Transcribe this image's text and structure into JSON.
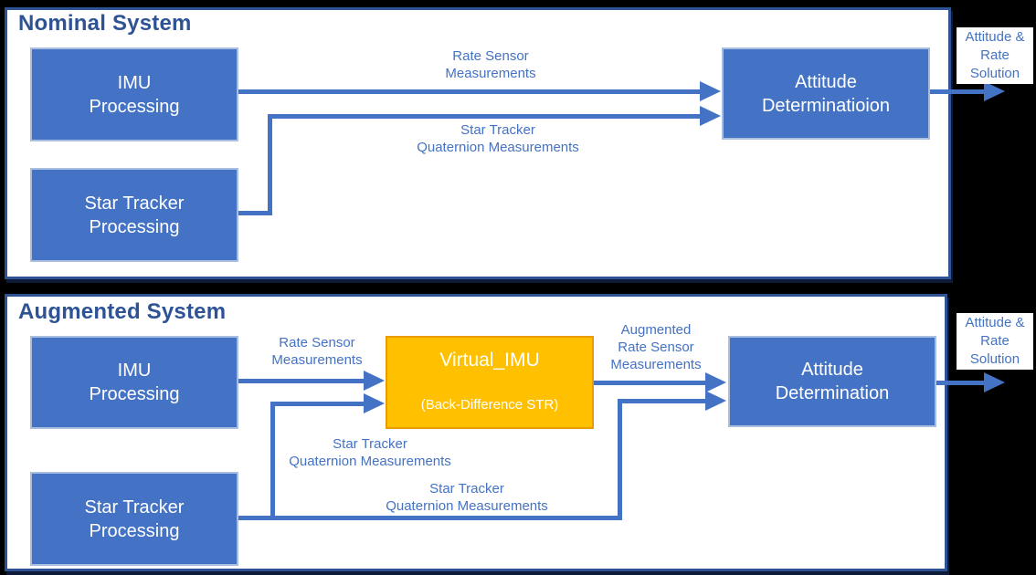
{
  "colors": {
    "box_blue": "#4472C4",
    "box_blue_border": "#A9BDDE",
    "box_orange": "#FFC000",
    "box_orange_border": "#E89C00",
    "connector": "#4472C4",
    "panel_border": "#2E5395",
    "panel_background": "#FFFFFF",
    "page_background": "#000000",
    "title_text": "#2E5395",
    "label_text": "#4472C4",
    "node_text": "#FFFFFF"
  },
  "nominal": {
    "title": "Nominal System",
    "nodes": {
      "imu": "IMU\nProcessing",
      "star": "Star Tracker\nProcessing",
      "attitude": "Attitude\nDeterminatioion"
    },
    "connector_labels": {
      "rate_sensor": "Rate Sensor\nMeasurements",
      "star_quaternion": "Star Tracker\nQuaternion Measurements"
    },
    "output_label": "Attitude &\nRate\nSolution"
  },
  "augmented": {
    "title": "Augmented System",
    "nodes": {
      "imu": "IMU\nProcessing",
      "star": "Star Tracker\nProcessing",
      "virtual_imu_title": "Virtual_IMU",
      "virtual_imu_subtitle": "(Back-Difference STR)",
      "attitude": "Attitude\nDetermination"
    },
    "connector_labels": {
      "rate_sensor": "Rate Sensor\nMeasurements",
      "star_quaternion_to_virtual": "Star Tracker\nQuaternion Measurements",
      "star_quaternion_to_attitude": "Star Tracker\nQuaternion Measurements",
      "augmented_rate": "Augmented\nRate Sensor\nMeasurements"
    },
    "output_label": "Attitude &\nRate\nSolution"
  }
}
